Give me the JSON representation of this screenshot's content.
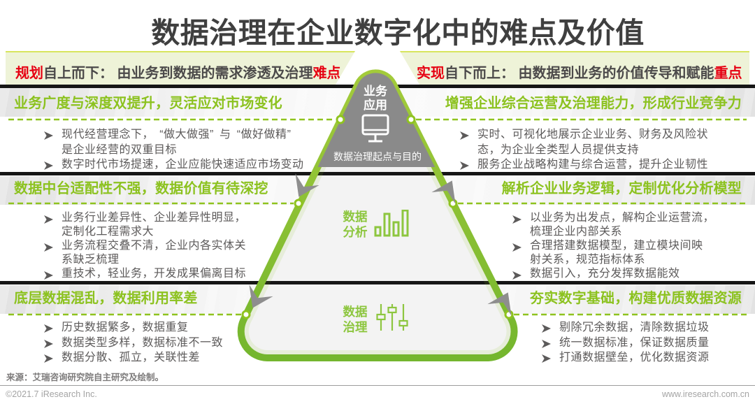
{
  "title": "数据治理在企业数字化中的难点及价值",
  "banners": {
    "left": {
      "keyword": "规划",
      "body": "自上而下： 由业务到数据的需求渗透及治理",
      "tail": "难点"
    },
    "right": {
      "keyword": "实现",
      "body": "自下而上： 由数据到业务的价值传导和赋能",
      "tail": "重点"
    }
  },
  "pyramid": {
    "top_label": "业务\n应用",
    "top_caption": "数据治理起点与目的",
    "middle_label": "数据\n分析",
    "bottom_label": "数据\n治理"
  },
  "sections": {
    "left": [
      {
        "heading": "业务广度与深度双提升，灵活应对市场变化",
        "bullets": [
          "现代经营理念下，“做大做强”与“做好做精”\n是企业经营的双重目标",
          "数字时代市场提速，企业应能快速适应市场变动"
        ]
      },
      {
        "heading": "数据中台适配性不强，数据价值有待深挖",
        "bullets": [
          "业务行业差异性、企业差异性明显，\n定制化工程需求大",
          "业务流程交叠不清，企业内各实体关\n系缺乏梳理",
          "重技术，轻业务，开发成果偏离目标"
        ]
      },
      {
        "heading": "底层数据混乱，数据利用率差",
        "bullets": [
          "历史数据繁多，数据重复",
          "数据类型多样，数据标准不一致",
          "数据分散、孤立，关联性差"
        ]
      }
    ],
    "right": [
      {
        "heading": "增强企业综合运营及治理能力，形成行业竞争力",
        "bullets": [
          "实时、可视化地展示企业业务、财务及风险状\n态，为企业全类型人员提供支持",
          "服务企业战略构建与综合运营，提升企业韧性"
        ]
      },
      {
        "heading": "解析企业业务逻辑，定制优化分析模型",
        "bullets": [
          "以业务为出发点，解构企业运营流，\n梳理企业内部关系",
          "合理搭建数据模型，建立模块间映\n射关系，规范指标体系",
          "数据引入，充分发挥数据能效"
        ]
      },
      {
        "heading": "夯实数字基础，构建优质数据资源",
        "bullets": [
          "剔除冗余数据，清除数据垃圾",
          "统一数据标准，保证数据质量",
          "打通数据壁垒，优化数据资源"
        ]
      }
    ]
  },
  "footer": {
    "source": "来源：艾瑞咨询研究院自主研究及绘制。",
    "copyright": "©2021.7 iResearch Inc.",
    "website": "www.iresearch.com.cn"
  },
  "colors": {
    "brand_green": "#8fc31f",
    "accent_red": "#e60012",
    "banner_bg": "#eef3d8",
    "dark_text": "#4c4a4a",
    "bullet_text": "#5c5a5a",
    "apex_gray": "#8a8a8a",
    "arrow_gray": "#8e8e8e"
  }
}
